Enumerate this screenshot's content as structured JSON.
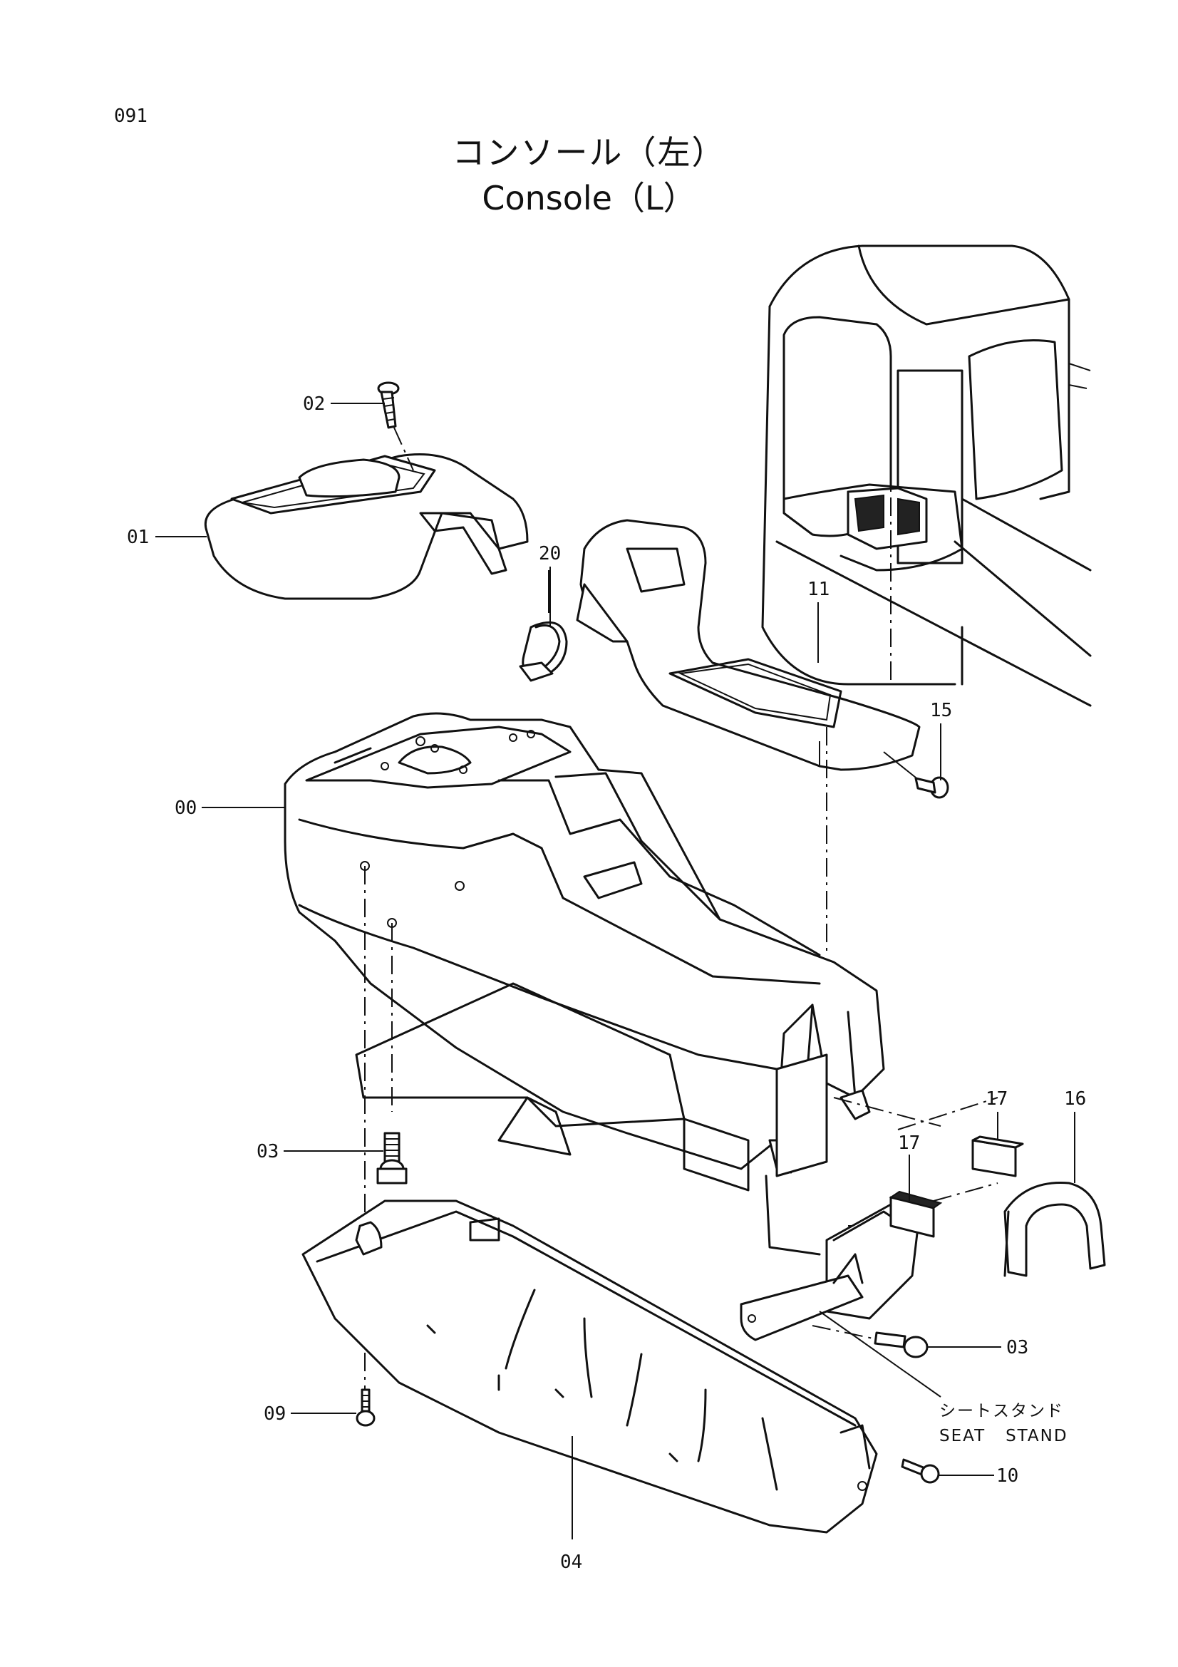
{
  "page_number": "091",
  "title_jp": "コンソール（左）",
  "title_en": "Console（L）",
  "callouts": {
    "c00": "00",
    "c01": "01",
    "c02": "02",
    "c03a": "03",
    "c03b": "03",
    "c04": "04",
    "c09": "09",
    "c10": "10",
    "c11": "11",
    "c15": "15",
    "c16": "16",
    "c17a": "17",
    "c17b": "17",
    "c20": "20"
  },
  "seat_stand_jp": "シートスタンド",
  "seat_stand_en": "SEAT   STAND"
}
